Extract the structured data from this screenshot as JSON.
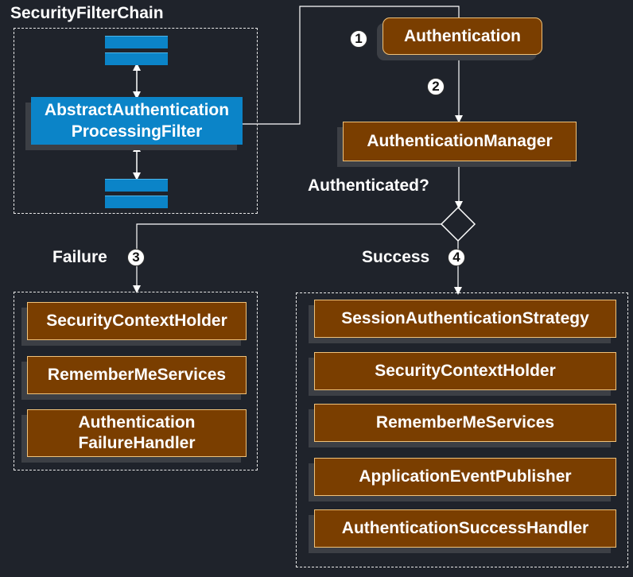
{
  "chain": {
    "title": "SecurityFilterChain",
    "filter_line1": "AbstractAuthentication",
    "filter_line2": "ProcessingFilter"
  },
  "flow": {
    "authentication": "Authentication",
    "authentication_manager": "AuthenticationManager",
    "decision_label": "Authenticated?",
    "failure_label": "Failure",
    "success_label": "Success",
    "step1": "1",
    "step2": "2",
    "step3": "3",
    "step4": "4"
  },
  "failure": {
    "items": [
      "SecurityContextHolder",
      "RememberMeServices"
    ],
    "handler_line1": "Authentication",
    "handler_line2": "FailureHandler"
  },
  "success": {
    "items": [
      "SessionAuthenticationStrategy",
      "SecurityContextHolder",
      "RememberMeServices",
      "ApplicationEventPublisher",
      "AuthenticationSuccessHandler"
    ]
  },
  "colors": {
    "background": "#1f232b",
    "component_fill": "#7a3e00",
    "component_border": "#f0c27a",
    "filter_fill": "#0b84c8",
    "shadow": "#3c3f45"
  }
}
